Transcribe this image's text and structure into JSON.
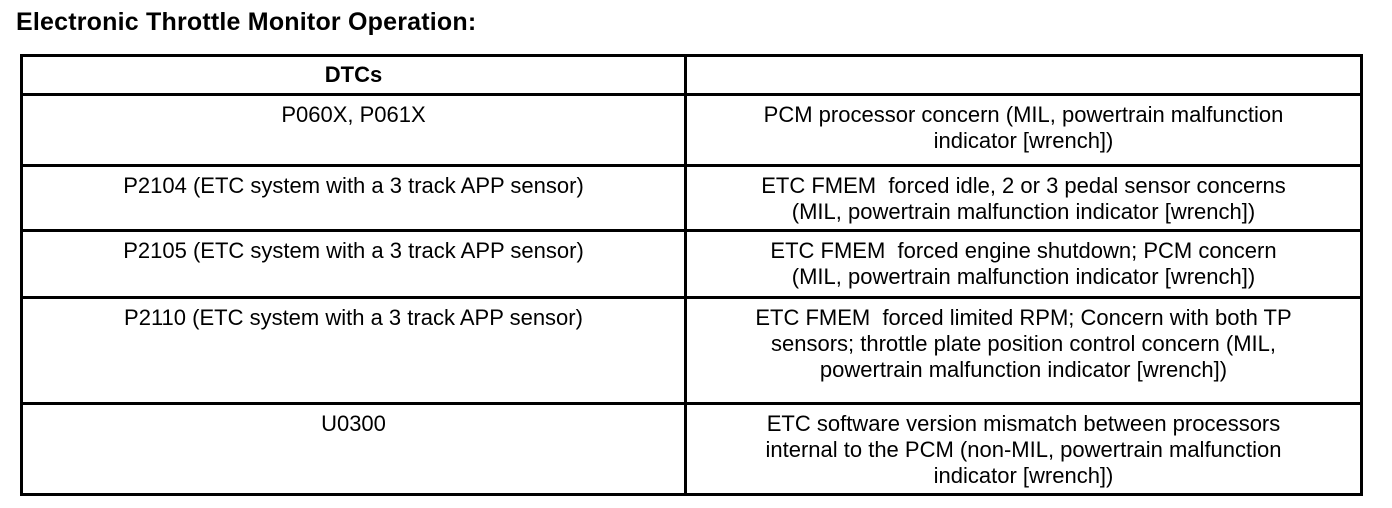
{
  "page": {
    "title": "Electronic Throttle Monitor Operation:"
  },
  "table": {
    "header": {
      "dtcs": "DTCs",
      "description": ""
    },
    "rows": [
      {
        "dtc": "P060X, P061X",
        "description": "PCM processor concern (MIL, powertrain malfunction\nindicator [wrench])"
      },
      {
        "dtc": "P2104 (ETC system with a 3 track APP sensor)",
        "description": "ETC FMEM  forced idle, 2 or 3 pedal sensor concerns\n(MIL, powertrain malfunction indicator [wrench])"
      },
      {
        "dtc": "P2105 (ETC system with a 3 track APP sensor)",
        "description": "ETC FMEM  forced engine shutdown; PCM concern\n(MIL, powertrain malfunction indicator [wrench])"
      },
      {
        "dtc": "P2110 (ETC system with a 3 track APP sensor)",
        "description": "ETC FMEM  forced limited RPM; Concern with both TP\nsensors; throttle plate position control concern (MIL,\npowertrain malfunction indicator [wrench])"
      },
      {
        "dtc": "U0300",
        "description": "ETC software version mismatch between processors\ninternal to the PCM (non-MIL, powertrain malfunction\nindicator [wrench])"
      }
    ]
  }
}
